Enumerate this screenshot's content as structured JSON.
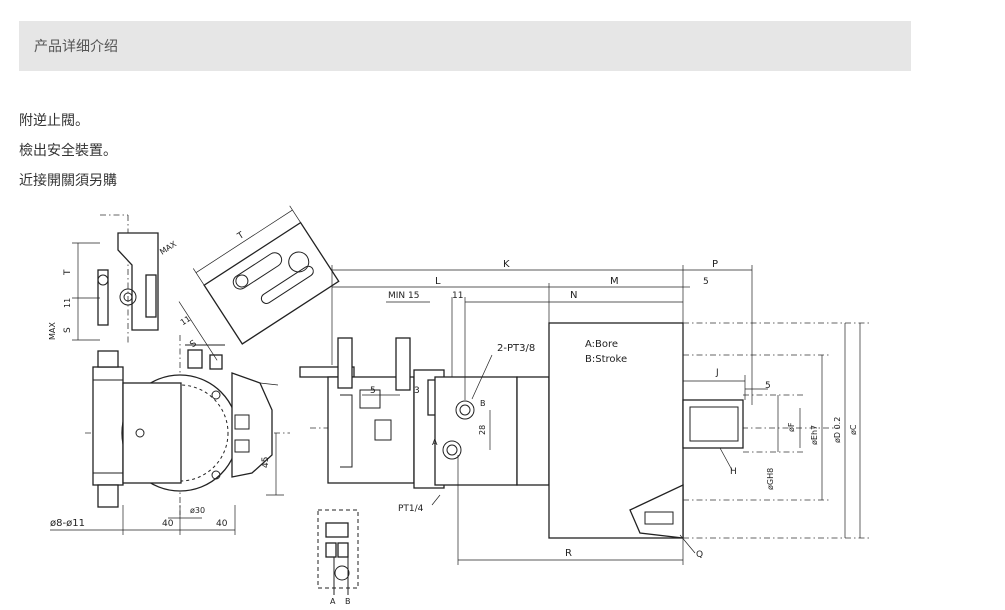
{
  "header": {
    "title": "产品详细介绍"
  },
  "features": [
    "附逆止閥。",
    "檢出安全裝置。",
    "近接開關須另購"
  ],
  "drawing": {
    "legend": {
      "a": "A:Bore",
      "b": "B:Stroke"
    },
    "port_label": "2-PT3/8",
    "port_label_small": "PT1/4",
    "dims": {
      "K": "K",
      "L": "L",
      "M": "M",
      "N": "N",
      "P": "P",
      "R": "R",
      "Q": "Q",
      "J": "J",
      "H": "H",
      "T_left": "T",
      "T_top": "T",
      "S_left": "S",
      "S_top": "S",
      "MAX_left": "MAX",
      "MAX_top": "MAX",
      "eleven_left": "11",
      "eleven_top": "11",
      "eleven_mid": "11",
      "min15": "MIN 15",
      "five_top": "5",
      "five_j": "5",
      "five_mid": "5",
      "three": "3",
      "twentyeight": "28",
      "fortyfive": "45",
      "forty_a": "40",
      "forty_b": "40",
      "phi30": "ø30",
      "phi8_11": "ø8-ø11",
      "phiF": "øF",
      "phiEh7": "øEh7",
      "phiD": "øD 0.2",
      "phiC": "øC",
      "phiGH8": "øGH8",
      "portA": "A",
      "portB": "B",
      "schemA": "A",
      "schemB": "B"
    }
  }
}
